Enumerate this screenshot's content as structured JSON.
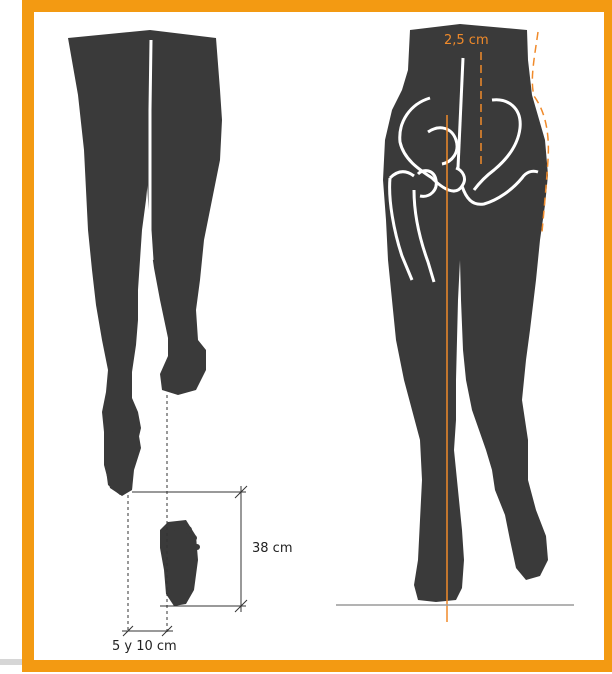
{
  "colors": {
    "frame": "#F39A12",
    "body": "#3A3A3A",
    "outline": "#FFFFFF",
    "accent": "#F08A2A",
    "guide": "#333333",
    "ground": "#9A9A9A",
    "page_edge": "#D6D6D6"
  },
  "labels": {
    "offset_top": "2,5 cm",
    "height": "38 cm",
    "width": "5 y 10 cm"
  }
}
